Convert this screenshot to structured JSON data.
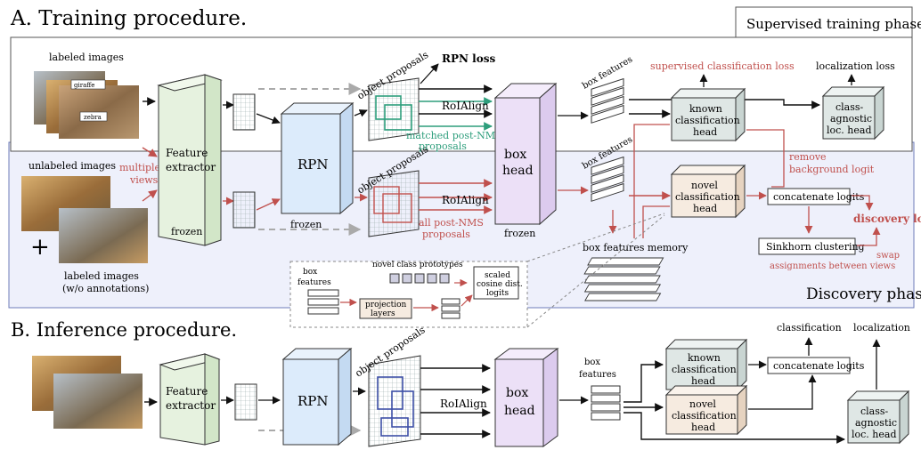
{
  "training": {
    "title": "A. Training procedure.",
    "supervised_phase": "Supervised training phase",
    "discovery_phase": "Discovery phase",
    "labeled_images": "labeled images",
    "img_tag_giraffe": "giraffe",
    "img_tag_zebra": "zebra",
    "unlabeled_images": "unlabeled images",
    "plus": "+",
    "labeled_images_2": "labeled images",
    "wo_annotations": "(w/o annotations)",
    "multiple_views_1": "multiple",
    "multiple_views_2": "views",
    "feature_extractor_1": "Feature",
    "feature_extractor_2": "extractor",
    "frozen_fe": "frozen",
    "rpn": "RPN",
    "frozen_rpn": "frozen",
    "object_proposals_top": "object proposals",
    "object_proposals_bottom": "object proposals",
    "rpn_loss": "RPN loss",
    "roialign_top": "RoIAlign",
    "roialign_bottom": "RoIAlign",
    "matched_1": "matched post-NMS",
    "matched_2": "proposals",
    "all_post_nms_1": "all post-NMS",
    "all_post_nms_2": "proposals",
    "box_head_1": "box",
    "box_head_2": "head",
    "frozen_box": "frozen",
    "box_features_top": "box features",
    "box_features_bottom": "box features",
    "supervised_cls_loss": "supervised classification loss",
    "localization_loss": "localization loss",
    "known_head": [
      "known",
      "classification",
      "head"
    ],
    "agnostic_head": [
      "class-",
      "agnostic",
      "loc. head"
    ],
    "remove_bg_1": "remove",
    "remove_bg_2": "background logit",
    "novel_head": [
      "novel",
      "classification",
      "head"
    ],
    "concat_logits": "concatenate logits",
    "discovery_loss": "discovery loss",
    "box_features_memory": "box features memory",
    "sinkhorn": "Sinkhorn clustering",
    "swap_1": "swap",
    "swap_2": "assignments between views",
    "inset": {
      "box_features_1": "box",
      "box_features_2": "features",
      "prototypes": "novel class prototypes",
      "projection_1": "projection",
      "projection_2": "layers",
      "scaled": [
        "scaled",
        "cosine dist.",
        "logits"
      ]
    }
  },
  "inference": {
    "title": "B. Inference procedure.",
    "feature_extractor_1": "Feature",
    "feature_extractor_2": "extractor",
    "rpn": "RPN",
    "object_proposals": "object proposals",
    "roialign": "RoIAlign",
    "box_head_1": "box",
    "box_head_2": "head",
    "box_features_1": "box",
    "box_features_2": "features",
    "known_head": [
      "known",
      "classification",
      "head"
    ],
    "novel_head": [
      "novel",
      "classification",
      "head"
    ],
    "concat_logits": "concatenate logits",
    "classification": "classification",
    "localization": "localization",
    "agnostic_head": [
      "class-",
      "agnostic",
      "loc. head"
    ]
  },
  "colors": {
    "supervised_bg": "#ffffff",
    "discovery_bg": "#eef0fb",
    "red": "#c0504d",
    "green": "#2e9e7c",
    "blue": "#3d4fa6",
    "fe_fill": "#e6f2df",
    "rpn_fill": "#dcebfb",
    "box_head_fill": "#ece0f7",
    "known_fill": "#dfe7e5",
    "novel_fill": "#f6ebe0"
  }
}
